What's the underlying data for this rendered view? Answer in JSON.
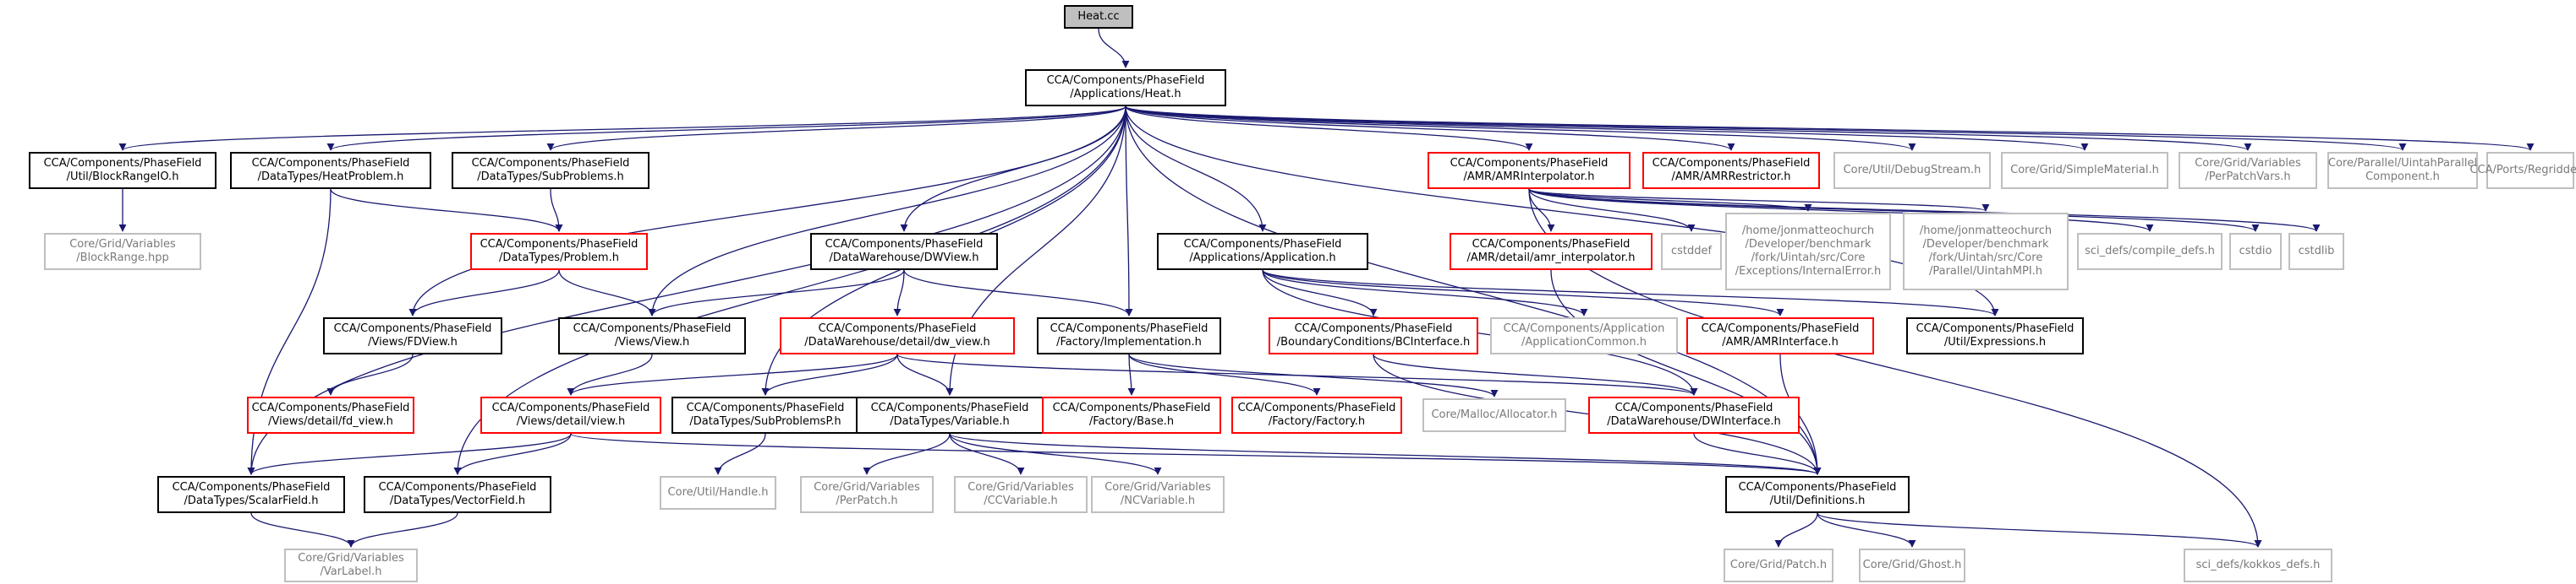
{
  "diagram": {
    "kind": "include-dependency-graph",
    "colors": {
      "edge": "#191970",
      "edge_light": "#a9a9a9",
      "border": "#000000",
      "border_missing": "#ff0000",
      "border_external": "#bfbfbf",
      "root_fill": "#bfbfbf"
    },
    "nodes": [
      {
        "id": "heat_cc",
        "lines": [
          "Heat.cc"
        ],
        "style": "root"
      },
      {
        "id": "heat_h",
        "lines": [
          "CCA/Components/PhaseField",
          "/Applications/Heat.h"
        ],
        "style": "normal"
      },
      {
        "id": "block_range_io",
        "lines": [
          "CCA/Components/PhaseField",
          "/Util/BlockRangeIO.h"
        ],
        "style": "normal"
      },
      {
        "id": "block_range_hpp",
        "lines": [
          "Core/Grid/Variables",
          "/BlockRange.hpp"
        ],
        "style": "gray"
      },
      {
        "id": "heat_problem",
        "lines": [
          "CCA/Components/PhaseField",
          "/DataTypes/HeatProblem.h"
        ],
        "style": "normal"
      },
      {
        "id": "sub_problems",
        "lines": [
          "CCA/Components/PhaseField",
          "/DataTypes/SubProblems.h"
        ],
        "style": "normal"
      },
      {
        "id": "problem",
        "lines": [
          "CCA/Components/PhaseField",
          "/DataTypes/Problem.h"
        ],
        "style": "red"
      },
      {
        "id": "dw_view",
        "lines": [
          "CCA/Components/PhaseField",
          "/DataWarehouse/DWView.h"
        ],
        "style": "normal"
      },
      {
        "id": "application",
        "lines": [
          "CCA/Components/PhaseField",
          "/Applications/Application.h"
        ],
        "style": "normal"
      },
      {
        "id": "amr_interpolator",
        "lines": [
          "CCA/Components/PhaseField",
          "/AMR/AMRInterpolator.h"
        ],
        "style": "red"
      },
      {
        "id": "amr_restrictor",
        "lines": [
          "CCA/Components/PhaseField",
          "/AMR/AMRRestrictor.h"
        ],
        "style": "red"
      },
      {
        "id": "debug_stream",
        "lines": [
          "Core/Util/DebugStream.h"
        ],
        "style": "gray"
      },
      {
        "id": "simple_material",
        "lines": [
          "Core/Grid/SimpleMaterial.h"
        ],
        "style": "gray"
      },
      {
        "id": "per_patch_vars",
        "lines": [
          "Core/Grid/Variables",
          "/PerPatchVars.h"
        ],
        "style": "gray"
      },
      {
        "id": "uintah_parallel",
        "lines": [
          "Core/Parallel/UintahParallel",
          "Component.h"
        ],
        "style": "gray"
      },
      {
        "id": "regridder",
        "lines": [
          "CCA/Ports/Regridder.h"
        ],
        "style": "gray"
      },
      {
        "id": "amr_interp_detail",
        "lines": [
          "CCA/Components/PhaseField",
          "/AMR/detail/amr_interpolator.h"
        ],
        "style": "red"
      },
      {
        "id": "cstddef",
        "lines": [
          "cstddef"
        ],
        "style": "gray"
      },
      {
        "id": "internal_error",
        "lines": [
          "/home/jonmatteochurch",
          "/Developer/benchmark",
          "/fork/Uintah/src/Core",
          "/Exceptions/InternalError.h"
        ],
        "style": "gray"
      },
      {
        "id": "uintah_mpi",
        "lines": [
          "/home/jonmatteochurch",
          "/Developer/benchmark",
          "/fork/Uintah/src/Core",
          "/Parallel/UintahMPI.h"
        ],
        "style": "gray"
      },
      {
        "id": "compile_defs",
        "lines": [
          "sci_defs/compile_defs.h"
        ],
        "style": "gray"
      },
      {
        "id": "cstdio",
        "lines": [
          "cstdio"
        ],
        "style": "gray"
      },
      {
        "id": "cstdlib",
        "lines": [
          "cstdlib"
        ],
        "style": "gray"
      },
      {
        "id": "fd_view",
        "lines": [
          "CCA/Components/PhaseField",
          "/Views/FDView.h"
        ],
        "style": "normal"
      },
      {
        "id": "view",
        "lines": [
          "CCA/Components/PhaseField",
          "/Views/View.h"
        ],
        "style": "normal"
      },
      {
        "id": "dw_view_detail",
        "lines": [
          "CCA/Components/PhaseField",
          "/DataWarehouse/detail/dw_view.h"
        ],
        "style": "red"
      },
      {
        "id": "implementation",
        "lines": [
          "CCA/Components/PhaseField",
          "/Factory/Implementation.h"
        ],
        "style": "normal"
      },
      {
        "id": "bc_interface",
        "lines": [
          "CCA/Components/PhaseField",
          "/BoundaryConditions/BCInterface.h"
        ],
        "style": "red"
      },
      {
        "id": "app_common",
        "lines": [
          "CCA/Components/Application",
          "/ApplicationCommon.h"
        ],
        "style": "gray"
      },
      {
        "id": "amr_interface",
        "lines": [
          "CCA/Components/PhaseField",
          "/AMR/AMRInterface.h"
        ],
        "style": "red"
      },
      {
        "id": "expressions",
        "lines": [
          "CCA/Components/PhaseField",
          "/Util/Expressions.h"
        ],
        "style": "normal"
      },
      {
        "id": "fd_view_detail",
        "lines": [
          "CCA/Components/PhaseField",
          "/Views/detail/fd_view.h"
        ],
        "style": "red"
      },
      {
        "id": "view_detail",
        "lines": [
          "CCA/Components/PhaseField",
          "/Views/detail/view.h"
        ],
        "style": "red"
      },
      {
        "id": "sub_problems_p",
        "lines": [
          "CCA/Components/PhaseField",
          "/DataTypes/SubProblemsP.h"
        ],
        "style": "normal"
      },
      {
        "id": "variable",
        "lines": [
          "CCA/Components/PhaseField",
          "/DataTypes/Variable.h"
        ],
        "style": "normal"
      },
      {
        "id": "factory_base",
        "lines": [
          "CCA/Components/PhaseField",
          "/Factory/Base.h"
        ],
        "style": "red"
      },
      {
        "id": "factory",
        "lines": [
          "CCA/Components/PhaseField",
          "/Factory/Factory.h"
        ],
        "style": "red"
      },
      {
        "id": "allocator",
        "lines": [
          "Core/Malloc/Allocator.h"
        ],
        "style": "gray"
      },
      {
        "id": "dw_interface",
        "lines": [
          "CCA/Components/PhaseField",
          "/DataWarehouse/DWInterface.h"
        ],
        "style": "red"
      },
      {
        "id": "definitions",
        "lines": [
          "CCA/Components/PhaseField",
          "/Util/Definitions.h"
        ],
        "style": "normal"
      },
      {
        "id": "scalar_field",
        "lines": [
          "CCA/Components/PhaseField",
          "/DataTypes/ScalarField.h"
        ],
        "style": "normal"
      },
      {
        "id": "vector_field",
        "lines": [
          "CCA/Components/PhaseField",
          "/DataTypes/VectorField.h"
        ],
        "style": "normal"
      },
      {
        "id": "handle",
        "lines": [
          "Core/Util/Handle.h"
        ],
        "style": "gray"
      },
      {
        "id": "per_patch",
        "lines": [
          "Core/Grid/Variables",
          "/PerPatch.h"
        ],
        "style": "gray"
      },
      {
        "id": "cc_variable",
        "lines": [
          "Core/Grid/Variables",
          "/CCVariable.h"
        ],
        "style": "gray"
      },
      {
        "id": "nc_variable",
        "lines": [
          "Core/Grid/Variables",
          "/NCVariable.h"
        ],
        "style": "gray"
      },
      {
        "id": "var_label",
        "lines": [
          "Core/Grid/Variables",
          "/VarLabel.h"
        ],
        "style": "gray"
      },
      {
        "id": "patch",
        "lines": [
          "Core/Grid/Patch.h"
        ],
        "style": "gray"
      },
      {
        "id": "ghost",
        "lines": [
          "Core/Grid/Ghost.h"
        ],
        "style": "gray"
      },
      {
        "id": "kokkos_defs",
        "lines": [
          "sci_defs/kokkos_defs.h"
        ],
        "style": "gray"
      }
    ],
    "edges": [
      [
        "heat_cc",
        "heat_h"
      ],
      [
        "heat_h",
        "block_range_io"
      ],
      [
        "heat_h",
        "heat_problem"
      ],
      [
        "heat_h",
        "sub_problems"
      ],
      [
        "heat_h",
        "dw_view"
      ],
      [
        "heat_h",
        "application"
      ],
      [
        "heat_h",
        "amr_interpolator"
      ],
      [
        "heat_h",
        "amr_restrictor"
      ],
      [
        "heat_h",
        "debug_stream"
      ],
      [
        "heat_h",
        "simple_material"
      ],
      [
        "heat_h",
        "per_patch_vars"
      ],
      [
        "heat_h",
        "uintah_parallel"
      ],
      [
        "heat_h",
        "regridder"
      ],
      [
        "heat_h",
        "fd_view"
      ],
      [
        "heat_h",
        "view"
      ],
      [
        "heat_h",
        "implementation"
      ],
      [
        "heat_h",
        "variable"
      ],
      [
        "heat_h",
        "sub_problems_p"
      ],
      [
        "heat_h",
        "scalar_field"
      ],
      [
        "heat_h",
        "vector_field"
      ],
      [
        "heat_h",
        "expressions"
      ],
      [
        "heat_h",
        "definitions"
      ],
      [
        "block_range_io",
        "block_range_hpp"
      ],
      [
        "heat_problem",
        "problem"
      ],
      [
        "heat_problem",
        "scalar_field"
      ],
      [
        "sub_problems",
        "problem"
      ],
      [
        "problem",
        "fd_view"
      ],
      [
        "problem",
        "view"
      ],
      [
        "dw_view",
        "view"
      ],
      [
        "dw_view",
        "dw_view_detail"
      ],
      [
        "dw_view",
        "implementation"
      ],
      [
        "application",
        "bc_interface"
      ],
      [
        "application",
        "app_common"
      ],
      [
        "application",
        "amr_interface"
      ],
      [
        "application",
        "dw_interface"
      ],
      [
        "application",
        "expressions"
      ],
      [
        "amr_interpolator",
        "amr_interp_detail"
      ],
      [
        "amr_interpolator",
        "cstddef"
      ],
      [
        "amr_interpolator",
        "internal_error"
      ],
      [
        "amr_interpolator",
        "uintah_mpi"
      ],
      [
        "amr_interpolator",
        "compile_defs"
      ],
      [
        "amr_interpolator",
        "cstdio"
      ],
      [
        "amr_interpolator",
        "cstdlib"
      ],
      [
        "amr_interpolator",
        "kokkos_defs"
      ],
      [
        "amr_interp_detail",
        "definitions"
      ],
      [
        "fd_view",
        "fd_view_detail"
      ],
      [
        "view",
        "view_detail"
      ],
      [
        "dw_view_detail",
        "view_detail"
      ],
      [
        "dw_view_detail",
        "sub_problems_p"
      ],
      [
        "dw_view_detail",
        "variable"
      ],
      [
        "dw_view_detail",
        "dw_interface"
      ],
      [
        "implementation",
        "factory_base"
      ],
      [
        "implementation",
        "factory"
      ],
      [
        "implementation",
        "allocator"
      ],
      [
        "bc_interface",
        "dw_interface"
      ],
      [
        "bc_interface",
        "definitions"
      ],
      [
        "amr_interface",
        "definitions"
      ],
      [
        "view_detail",
        "scalar_field"
      ],
      [
        "view_detail",
        "vector_field"
      ],
      [
        "view_detail",
        "definitions"
      ],
      [
        "variable",
        "per_patch"
      ],
      [
        "variable",
        "cc_variable"
      ],
      [
        "variable",
        "nc_variable"
      ],
      [
        "variable",
        "definitions"
      ],
      [
        "sub_problems_p",
        "handle"
      ],
      [
        "dw_interface",
        "definitions"
      ],
      [
        "scalar_field",
        "var_label"
      ],
      [
        "vector_field",
        "var_label"
      ],
      [
        "definitions",
        "patch"
      ],
      [
        "definitions",
        "ghost"
      ],
      [
        "definitions",
        "kokkos_defs"
      ]
    ]
  }
}
